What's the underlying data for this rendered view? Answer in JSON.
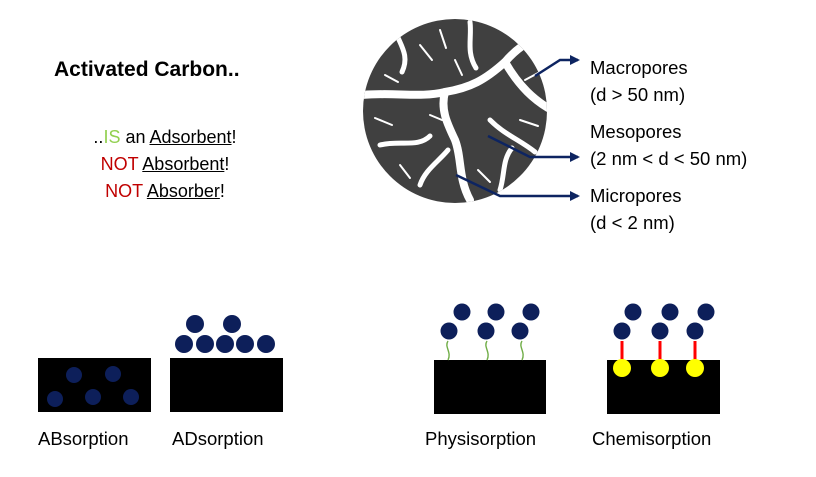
{
  "title": "Activated Carbon..",
  "statements": {
    "line1": {
      "prefix": "..",
      "is": "IS",
      "mid": " an ",
      "term": "Adsorbent",
      "suffix": "!"
    },
    "line2": {
      "not": "NOT",
      "space": " ",
      "term": "Absorbent",
      "suffix": "!"
    },
    "line3": {
      "not": "NOT",
      "space": " ",
      "term": "Absorber",
      "suffix": "!"
    }
  },
  "pores": {
    "macro": {
      "name": "Macropores",
      "range": "(d > 50 nm)"
    },
    "meso": {
      "name": "Mesopores",
      "range": "(2 nm < d < 50 nm)"
    },
    "micro": {
      "name": "Micropores",
      "range": "(d < 2 nm)"
    }
  },
  "captions": {
    "absorption": "ABsorption",
    "adsorption": "ADsorption",
    "physisorption": "Physisorption",
    "chemisorption": "Chemisorption"
  },
  "colors": {
    "is_green": "#92d050",
    "not_red": "#c00000",
    "molecule_navy": "#0d1f5a",
    "carbon_gray": "#404040",
    "surface_black": "#000000",
    "bond_red": "#ff0000",
    "site_yellow": "#ffff00",
    "physi_green": "#70ad47",
    "arrow_navy": "#0d2461"
  }
}
